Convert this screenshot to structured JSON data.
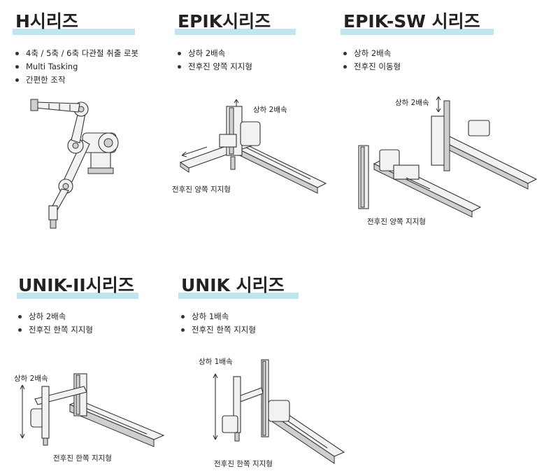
{
  "series": [
    {
      "title": "H시리즈",
      "features": [
        "4축 / 5축 / 6축 다관절 취출 로봇",
        "Multi Tasking",
        "간편한 조작"
      ],
      "labels": []
    },
    {
      "title": "EPIK시리즈",
      "features": [
        "상하 2배속",
        "전후진 양쪽 지지형"
      ],
      "labels": [
        "상하 2배속",
        "전후진 양쪽 지지형"
      ]
    },
    {
      "title": "EPIK-SW 시리즈",
      "features": [
        "상하 2배속",
        "전후진 이동형"
      ],
      "labels": [
        "상하 2배속",
        "전후진 양쪽 지지형"
      ]
    },
    {
      "title": "UNIK-II시리즈",
      "features": [
        "상하 2배속",
        "전후진 한쪽 지지형"
      ],
      "labels": [
        "상하 2배속",
        "전후진 한쪽 지지형"
      ]
    },
    {
      "title": "UNIK 시리즈",
      "features": [
        "상하 1배속",
        "전후진 한쪽 지지형"
      ],
      "labels": [
        "상하 1배속",
        "전후진 한쪽 지지형"
      ]
    }
  ],
  "accent_color": "#bfe6ef"
}
